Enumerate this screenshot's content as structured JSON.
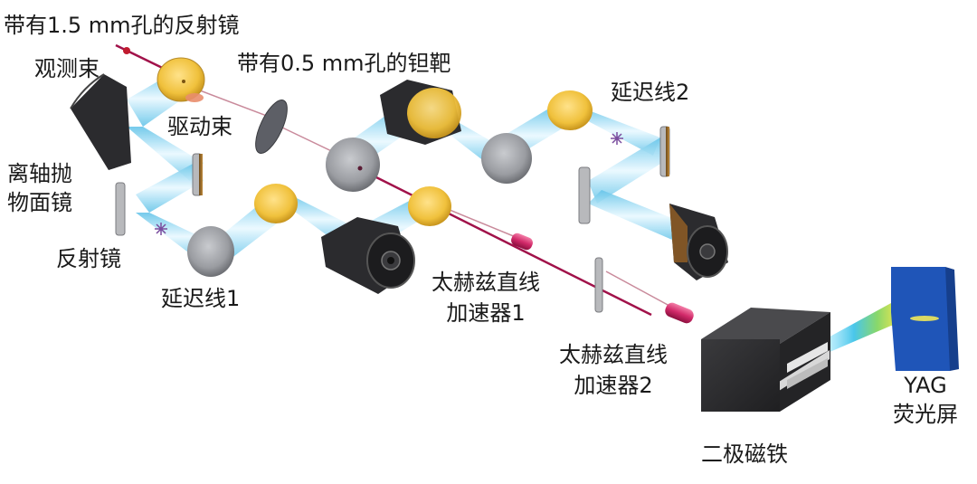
{
  "labels": {
    "mirror_hole_1_5": "带有1.5 mm孔的反射镜",
    "probe_beam": "观测束",
    "target_hole_0_5": "带有0.5 mm孔的钽靶",
    "drive_beam": "驱动束",
    "delay_line_2": "延迟线2",
    "off_axis_parabolic_line1": "离轴抛",
    "off_axis_parabolic_line2": "物面镜",
    "mirror": "反射镜",
    "delay_line_1": "延迟线1",
    "thz_linac_1_line1": "太赫兹直线",
    "thz_linac_1_line2": "加速器1",
    "thz_linac_2_line1": "太赫兹直线",
    "thz_linac_2_line2": "加速器2",
    "yag_line1": "YAG",
    "yag_line2": "荧光屏",
    "dipole_magnet": "二极磁铁"
  },
  "colors": {
    "thz_beam": "#7fd3ef",
    "laser_line": "#a1124a",
    "gold_mirror": "#f0c13c",
    "grey_mirror": "#9a9ca1",
    "parabolic_body": "#2b2b2e",
    "magnet_body": "#2e2e30",
    "yag_screen": "#1f55b8",
    "linac_tube": "#d22a6a"
  }
}
